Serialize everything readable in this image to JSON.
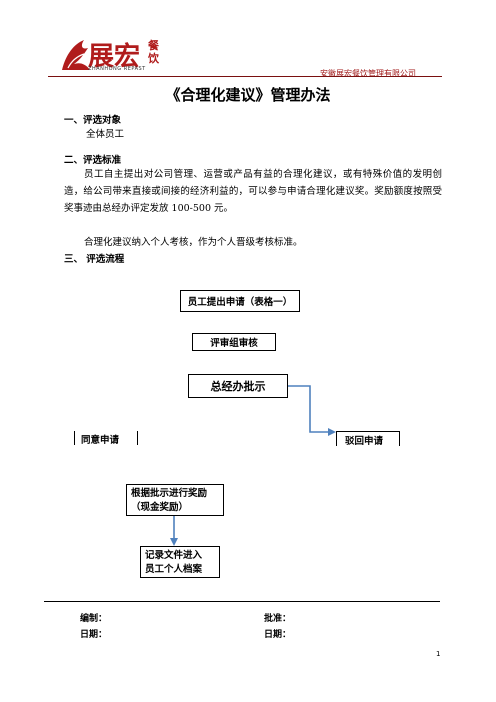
{
  "header": {
    "logo_main": "展宏",
    "logo_side_1": "餐",
    "logo_side_2": "饮",
    "logo_sub": "ZHANHONG REPAST",
    "company": "安徽展宏餐饮管理有限公司"
  },
  "title": "《合理化建议》管理办法",
  "sections": [
    {
      "heading": "一、评选对象",
      "paragraphs": [
        "全体员工"
      ]
    },
    {
      "heading": "二、评选标准",
      "paragraphs": [
        "员工自主提出对公司管理、运营或产品有益的合理化建议，或有特殊价值的发明创造，给公司带来直接或间接的经济利益的，可以参与申请合理化建议奖。奖励额度按照受奖事迹由总经办评定发放 100-500 元。",
        "合理化建议纳入个人考核，作为个人晋级考核标准。"
      ]
    },
    {
      "heading": "三、 评选流程",
      "paragraphs": []
    }
  ],
  "flow": {
    "step1": "员工提出申请（表格一）",
    "step2": "评审组审核",
    "step3": "总经办批示",
    "approve": "同意申请",
    "reject": "驳回申请",
    "step4_line1": "根据批示进行奖励",
    "step4_line2": "（现金奖励）",
    "step5_line1": "记录文件进入",
    "step5_line2": "员工个人档案"
  },
  "footer": {
    "compiled": "编制：",
    "approved": "批准：",
    "date1": "日期：",
    "date2": "日期：",
    "page": "1"
  },
  "colors": {
    "logo_red": "#b01c1c",
    "arrow_blue": "#4f81bd"
  }
}
